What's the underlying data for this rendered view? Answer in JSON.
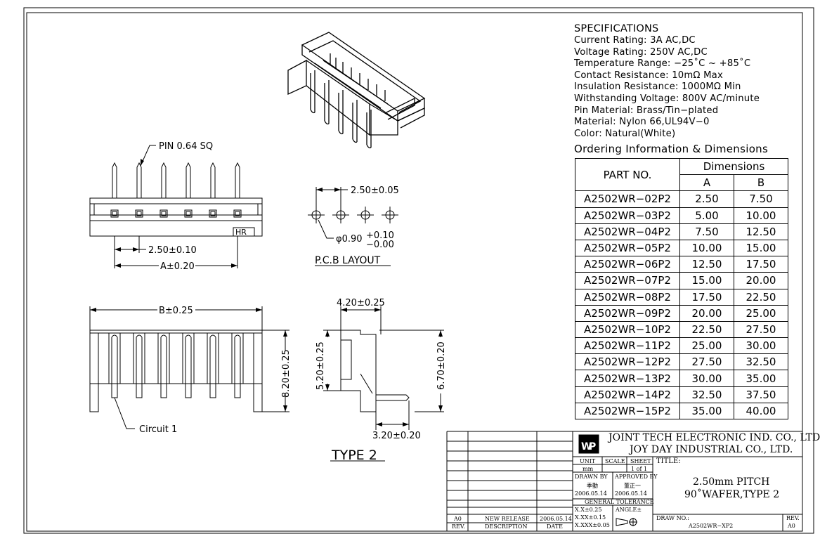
{
  "specs": {
    "heading": "SPECIFICATIONS",
    "lines": [
      "Current Rating: 3A AC,DC",
      "Voltage Rating: 250V AC,DC",
      "Temperature Range: −25˚C ~ +85˚C",
      "Contact Resistance: 10mΩ Max",
      "Insulation Resistance: 1000MΩ Min",
      "Withstanding Voltage: 800V AC/minute",
      "Pin Material: Brass/Tin−plated",
      "Material: Nylon 66,UL94V−0",
      "Color: Natural(White)"
    ]
  },
  "ordering": {
    "title": "Ordering Information & Dimensions",
    "header_part": "PART NO.",
    "header_dimensions": "Dimensions",
    "header_a": "A",
    "header_b": "B",
    "rows": [
      {
        "part": "A2502WR−02P2",
        "a": "2.50",
        "b": "7.50"
      },
      {
        "part": "A2502WR−03P2",
        "a": "5.00",
        "b": "10.00"
      },
      {
        "part": "A2502WR−04P2",
        "a": "7.50",
        "b": "12.50"
      },
      {
        "part": "A2502WR−05P2",
        "a": "10.00",
        "b": "15.00"
      },
      {
        "part": "A2502WR−06P2",
        "a": "12.50",
        "b": "17.50"
      },
      {
        "part": "A2502WR−07P2",
        "a": "15.00",
        "b": "20.00"
      },
      {
        "part": "A2502WR−08P2",
        "a": "17.50",
        "b": "22.50"
      },
      {
        "part": "A2502WR−09P2",
        "a": "20.00",
        "b": "25.00"
      },
      {
        "part": "A2502WR−10P2",
        "a": "22.50",
        "b": "27.50"
      },
      {
        "part": "A2502WR−11P2",
        "a": "25.00",
        "b": "30.00"
      },
      {
        "part": "A2502WR−12P2",
        "a": "27.50",
        "b": "32.50"
      },
      {
        "part": "A2502WR−13P2",
        "a": "30.00",
        "b": "35.00"
      },
      {
        "part": "A2502WR−14P2",
        "a": "32.50",
        "b": "37.50"
      },
      {
        "part": "A2502WR−15P2",
        "a": "35.00",
        "b": "40.00"
      }
    ]
  },
  "drawing": {
    "pin_label": "PIN 0.64 SQ",
    "pitch_front": "2.50±0.10",
    "a_dim": "A±0.20",
    "hr_mark": "HR",
    "pcb_pitch": "2.50±0.05",
    "pcb_hole_main": "φ0.90",
    "pcb_hole_tol_top": "+0.10",
    "pcb_hole_tol_bottom": "−0.00",
    "pcb_layout": "P.C.B LAYOUT",
    "b_dim": "B±0.25",
    "height_dim": "8.20±0.25",
    "circuit_label": "Circuit 1",
    "side_width": "4.20±0.25",
    "side_height": "5.20±0.25",
    "side_total": "6.70±0.20",
    "side_pin": "3.20±0.20",
    "type_label": "TYPE 2"
  },
  "title_block": {
    "company1": "JOINT TECH ELECTRONIC IND. CO., LTD.",
    "company2": "JOY DAY INDUSTRIAL CO., LTD.",
    "unit_label": "UNIT",
    "unit_value": "mm",
    "scale_label": "SCALE",
    "sheet_label": "SHEET",
    "sheet_value": "1 of 1",
    "title_label": "TITLE:",
    "drawn_by_label": "DRAWN BY",
    "drawn_by_name": "季動",
    "drawn_date": "2006.05.14",
    "approved_by_label": "APPROVED BY",
    "approved_by_name": "董正一",
    "approved_date": "2006.05.14",
    "tolerance_label": "GENERAL TOLERANCE",
    "tol1": "X.X±0.25",
    "tol2": "X.XX±0.15",
    "tol3": "X.XXX±0.05",
    "angle_label": "ANGLE±",
    "title_line1": "2.50mm PITCH",
    "title_line2": "90˚WAFER,TYPE 2",
    "draw_no_label": "DRAW NO.:",
    "draw_no_value": "A2502WR−XP2",
    "rev_label": "REV.",
    "rev_value": "A0",
    "rev_row_rev": "A0",
    "rev_row_desc": "NEW RELEASE",
    "rev_row_date": "2006.05.14",
    "hdr_rev": "REV.",
    "hdr_desc": "DESCRIPTION",
    "hdr_date": "DATE"
  }
}
